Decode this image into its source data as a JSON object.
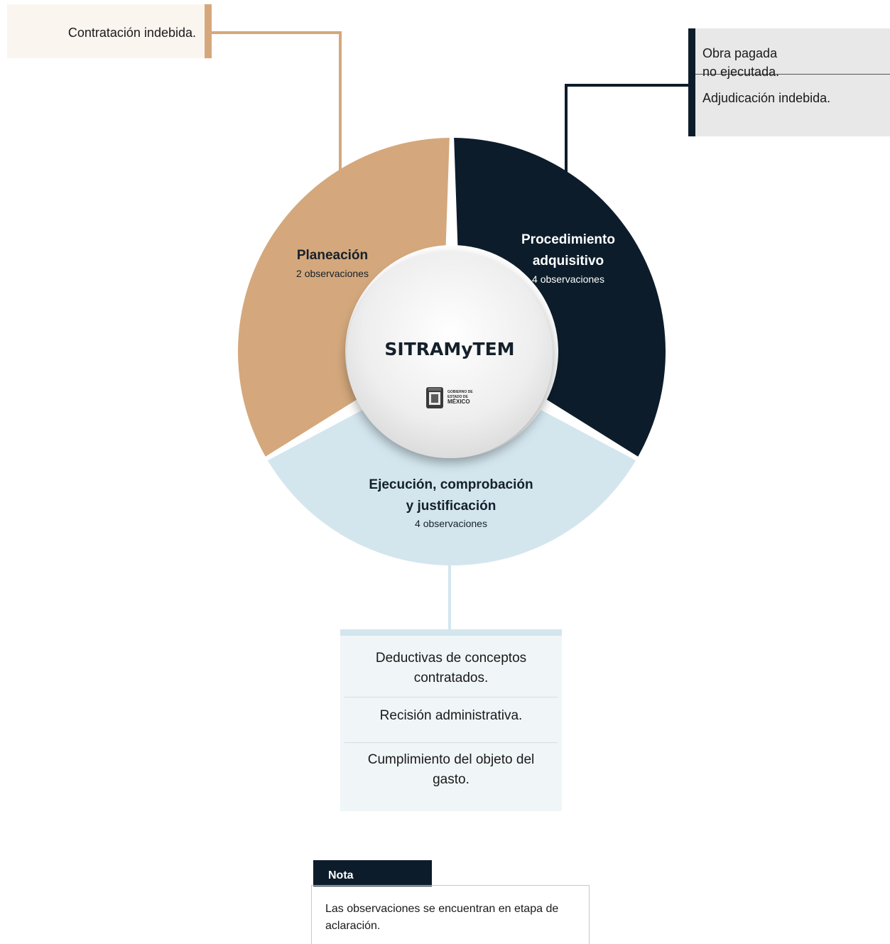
{
  "colors": {
    "planeacion": "#d4a87c",
    "procedimiento": "#0c1c2a",
    "ejecucion": "#d3e6ee",
    "center_fill": "#efefef"
  },
  "center": {
    "title": "SITRAMyTEM",
    "logo_icon": "gobierno-estado-de-mexico-logo",
    "logo_lines": [
      "GOBIERNO DE",
      "ESTADO DE",
      "MÉXICO"
    ]
  },
  "segments": {
    "planeacion": {
      "title": "Planeación",
      "count": "2 observaciones",
      "items": [
        "Contratación indebida."
      ]
    },
    "procedimiento": {
      "title_line1": "Procedimiento",
      "title_line2": "adquisitivo",
      "count": "4 observaciones",
      "items": [
        "Obra pagada",
        "no ejecutada.",
        "Adjudicación indebida."
      ]
    },
    "ejecucion": {
      "title_line1": "Ejecución, comprobación",
      "title_line2": "y justificación",
      "count": "4 observaciones",
      "items": [
        "Deductivas de conceptos",
        "contratados.",
        "Recisión administrativa.",
        "Cumplimiento del objeto del",
        "gasto."
      ]
    }
  },
  "nota": {
    "label": "Nota",
    "text": "Las observaciones se encuentran en etapa de aclaración."
  }
}
